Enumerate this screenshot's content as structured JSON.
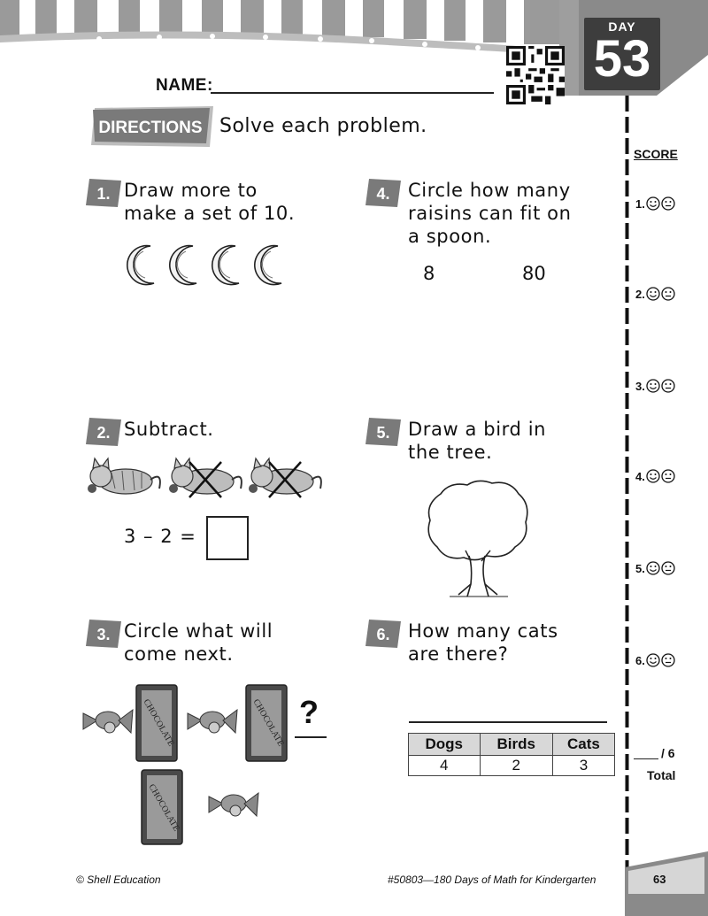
{
  "header": {
    "name_label": "NAME:",
    "day_word": "DAY",
    "day_number": "53"
  },
  "directions": {
    "tab_label": "DIRECTIONS",
    "text": "Solve each problem."
  },
  "problems": [
    {
      "number": "1.",
      "lines": [
        "Draw more to",
        "make a set of 10."
      ]
    },
    {
      "number": "2.",
      "lines": [
        "Subtract."
      ],
      "equation": "3 – 2 ="
    },
    {
      "number": "3.",
      "lines": [
        "Circle what will",
        "come next."
      ],
      "question_mark": "?"
    },
    {
      "number": "4.",
      "lines": [
        "Circle how many",
        "raisins can fit on",
        "a spoon."
      ],
      "choices": [
        "8",
        "80"
      ]
    },
    {
      "number": "5.",
      "lines": [
        "Draw a bird in",
        "the tree."
      ]
    },
    {
      "number": "6.",
      "lines": [
        "How many cats",
        "are there?"
      ],
      "table": {
        "headers": [
          "Dogs",
          "Birds",
          "Cats"
        ],
        "values": [
          "4",
          "2",
          "3"
        ]
      }
    }
  ],
  "score": {
    "title": "SCORE",
    "items": [
      "1.",
      "2.",
      "3.",
      "4.",
      "5.",
      "6."
    ],
    "total_fraction": "/ 6",
    "total_label": "Total"
  },
  "footer": {
    "left": "© Shell Education",
    "center": "#50803—180 Days of Math for Kindergarten",
    "page_number": "63"
  },
  "colors": {
    "dark_gray": "#3d3d3d",
    "mid_gray": "#8a8a8a",
    "light_gray": "#d8d8d8"
  }
}
